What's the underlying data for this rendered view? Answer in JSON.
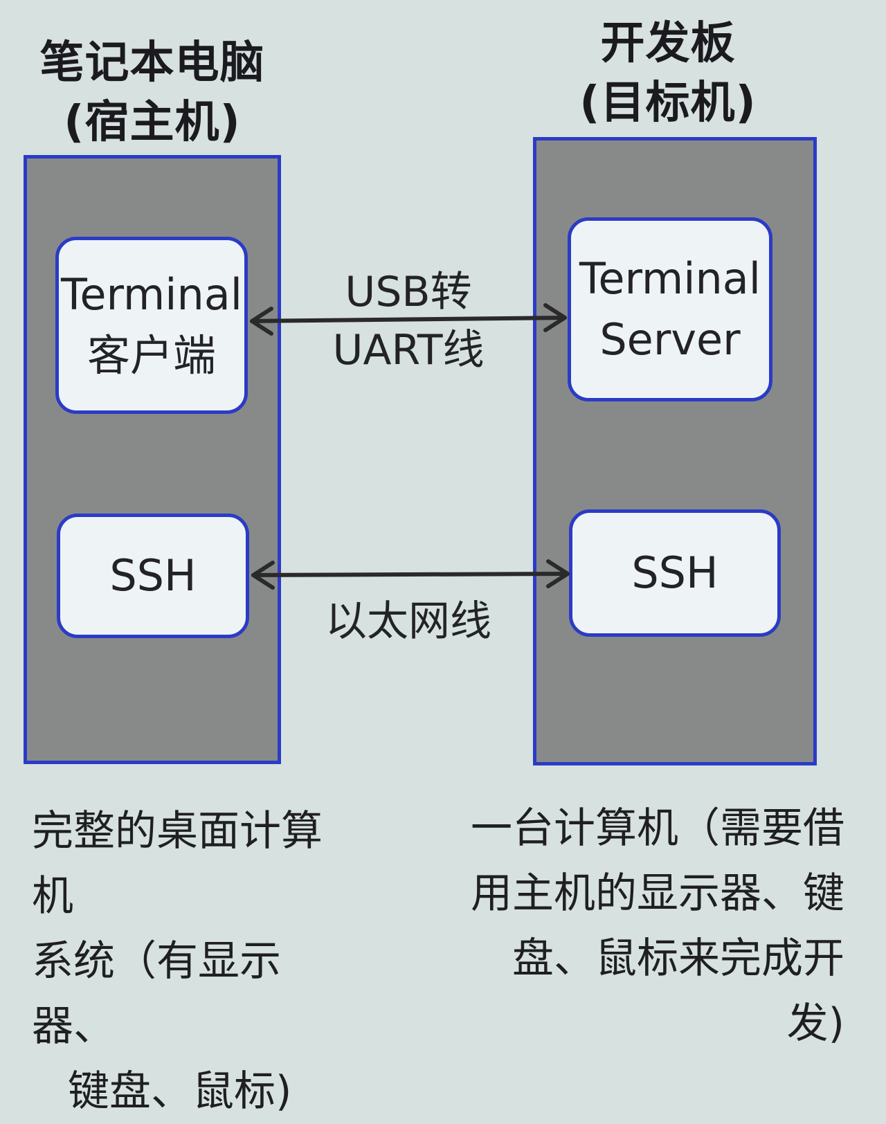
{
  "host": {
    "title_line1": "笔记本电脑",
    "title_line2": "(宿主机)",
    "terminal_line1": "Terminal",
    "terminal_line2": "客户端",
    "ssh_label": "SSH",
    "description_lines": [
      "完整的桌面计算机",
      "系统（有显示器、",
      "键盘、鼠标)"
    ]
  },
  "target": {
    "title_line1": "开发板",
    "title_line2": "(目标机)",
    "terminal_line1": "Terminal",
    "terminal_line2": "Server",
    "ssh_label": "SSH",
    "description_lines": [
      "一台计算机（需要借",
      "用主机的显示器、键",
      "盘、鼠标来完成开发)"
    ]
  },
  "links": {
    "uart_line1": "USB转",
    "uart_line2": "UART线",
    "ethernet": "以太网线"
  },
  "colors": {
    "background": "#d7e1df",
    "panel_fill": "#888a8a",
    "border_blue": "#2b3bc6",
    "module_fill": "#eef4f5",
    "arrow": "#2a2a2a"
  }
}
